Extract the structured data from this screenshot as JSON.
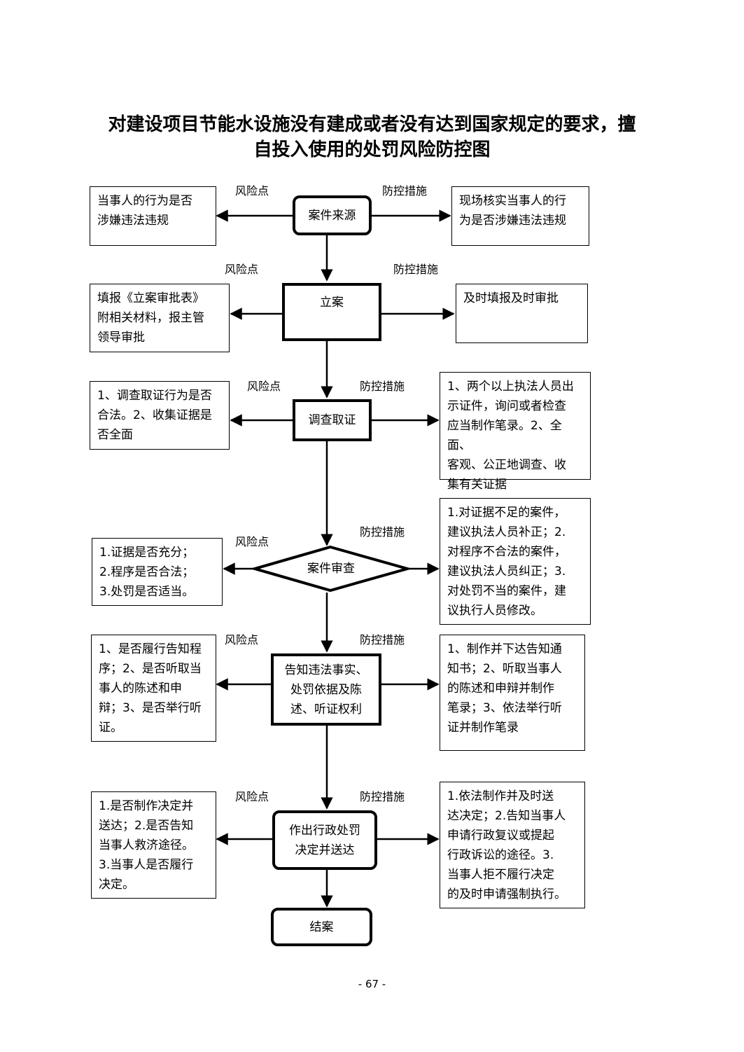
{
  "title": {
    "line1": "对建设项目节能水设施没有建成或者没有达到国家规定的要求，擅",
    "line2": "自投入使用的处罚风险防控图"
  },
  "labels": {
    "risk": "风险点",
    "control": "防控措施"
  },
  "steps": [
    {
      "node": "案件来源",
      "risk": "当事人的行为是否\n涉嫌违法违规",
      "control": "现场核实当事人的行\n为是否涉嫌违法违规"
    },
    {
      "node": "立案",
      "risk": "填报《立案审批表》\n附相关材料，报主管\n领导审批",
      "control": "及时填报及时审批"
    },
    {
      "node": "调查取证",
      "risk": "1、调查取证行为是否\n合法。2、收集证据是\n否全面",
      "control": "1、两个以上执法人员出\n示证件，询问或者检查\n应当制作笔录。2、全面、\n客观、公正地调查、收\n集有关证据"
    },
    {
      "node": "案件审查",
      "risk": "1.证据是否充分；\n2.程序是否合法；\n3.处罚是否适当。",
      "control": "1.对证据不足的案件，\n建议执法人员补正；2.\n对程序不合法的案件，\n建议执法人员纠正；3.\n对处罚不当的案件，建\n议执行人员修改。"
    },
    {
      "node": "告知违法事实、\n处罚依据及陈\n述、听证权利",
      "risk": "1、是否履行告知程\n序；2、是否听取当\n事人的陈述和申\n辩；3、是否举行听\n证。",
      "control": "1、制作并下达告知通\n知书；2、听取当事人\n的陈述和申辩并制作\n笔录；3、依法举行听\n证并制作笔录"
    },
    {
      "node": "作出行政处罚\n决定并送达",
      "risk": "1.是否制作决定并\n送达；2.是否告知\n当事人救济途径。\n3.当事人是否履行\n决定。",
      "control": "1.依法制作并及时送\n达决定；2.告知当事人\n申请行政复议或提起\n行政诉讼的途径。3.\n当事人拒不履行决定\n的及时申请强制执行。"
    }
  ],
  "end_node": "结案",
  "footer": "- 67 -"
}
